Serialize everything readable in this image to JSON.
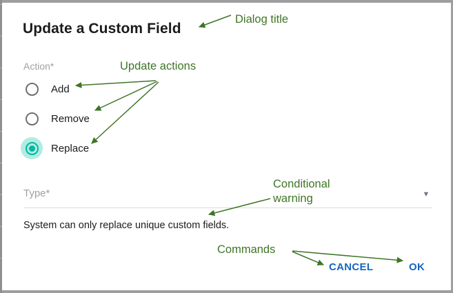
{
  "dialog": {
    "title": "Update a Custom Field",
    "action_field": {
      "label": "Action*",
      "options": [
        {
          "label": "Add",
          "selected": false
        },
        {
          "label": "Remove",
          "selected": false
        },
        {
          "label": "Replace",
          "selected": true
        }
      ]
    },
    "type_field": {
      "label": "Type*",
      "value": "",
      "caret_icon": "chevron-down-icon"
    },
    "warning": "System can only replace unique custom fields.",
    "commands": {
      "cancel_label": "CANCEL",
      "ok_label": "OK"
    }
  },
  "annotations": [
    {
      "name": "dialog-title",
      "text": "Dialog title"
    },
    {
      "name": "update-actions",
      "text": "Update actions"
    },
    {
      "name": "conditional-warning",
      "text": "Conditional\nwarning"
    },
    {
      "name": "commands",
      "text": "Commands"
    }
  ],
  "colors": {
    "accent_teal": "#00b9a0",
    "accent_halo": "#b2ebe2",
    "link_blue": "#1565c0",
    "annotation_green": "#3f7526",
    "label_gray": "#a0a0a0",
    "border_gray": "#9e9e9e",
    "text_dark": "#1b1b1b"
  }
}
